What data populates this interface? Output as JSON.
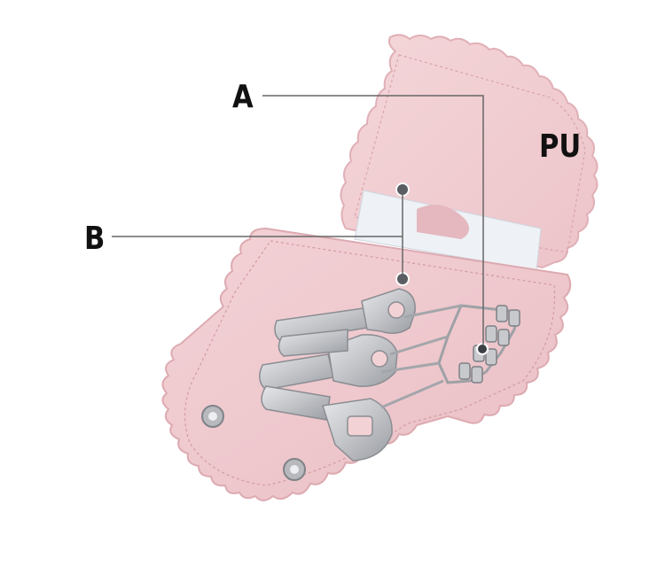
{
  "labels": {
    "a": "A",
    "b": "B",
    "material": "PU"
  },
  "colors": {
    "leather": "#f2cfd3",
    "leather_shadow": "#e4b6bc",
    "card": "#eef1f6",
    "metal": "#c9cbce",
    "metal_dark": "#8c8f94",
    "leader_line": "#666666"
  }
}
